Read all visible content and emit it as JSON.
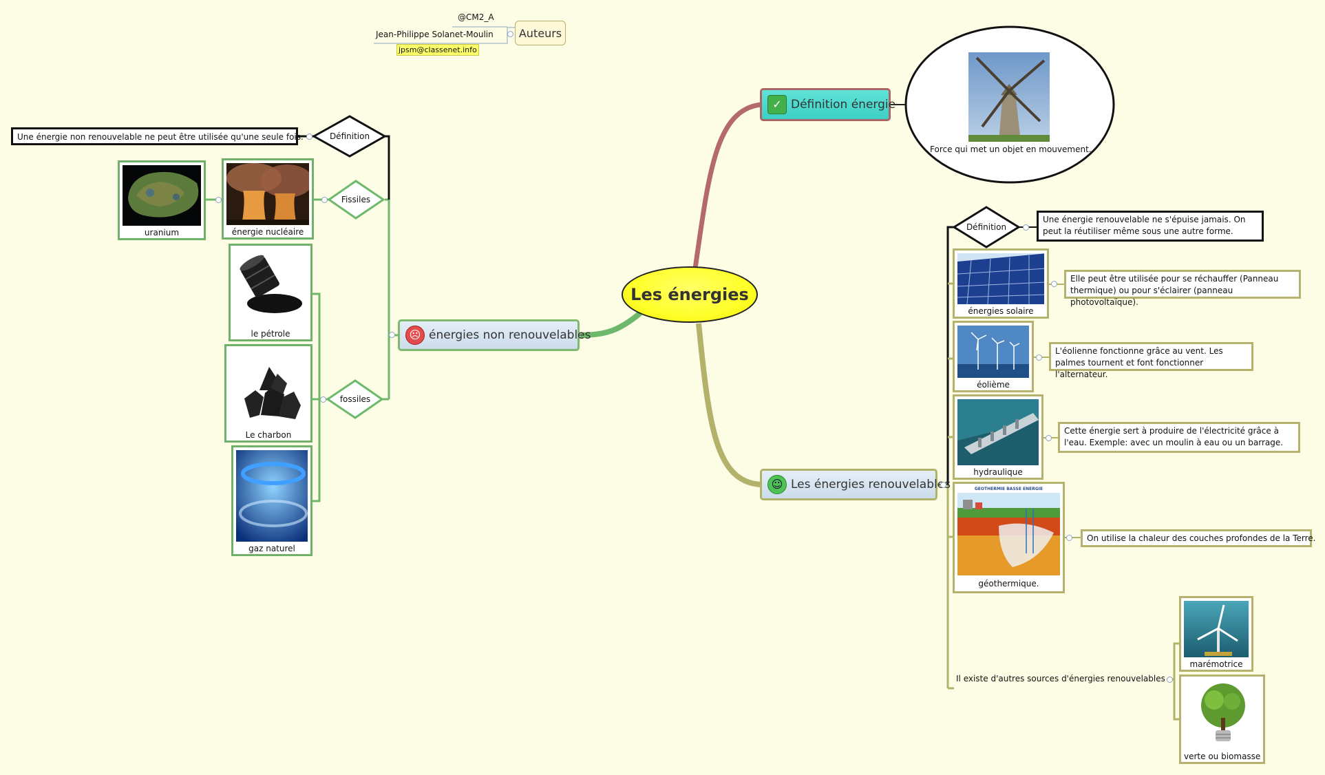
{
  "central": {
    "title": "Les énergies"
  },
  "authors": {
    "handle": "@CM2_A",
    "name": "Jean-Philippe Solanet-Moulin",
    "email": "jpsm@classenet.info",
    "label": "Auteurs"
  },
  "definition_branch": {
    "label": "Définition énergie",
    "icon": "check-icon",
    "image_caption": "Force qui met un objet en mouvement."
  },
  "non_renewable": {
    "label": "énergies non renouvelables",
    "icon": "angry-face-icon",
    "definition_label": "Définition",
    "definition_text": "Une énergie non renouvelable ne peut être utilisée qu'une seule fois.",
    "fissile_label": "Fissiles",
    "fossil_label": "fossiles",
    "fissile_items": [
      "énergie nucléaire",
      "uranium"
    ],
    "fossil_items": [
      "le pétrole",
      "Le charbon",
      "gaz naturel"
    ]
  },
  "renewable": {
    "label": "Les énergies renouvelables",
    "icon": "smile-face-icon",
    "definition_label": "Définition",
    "definition_text": "Une énergie renouvelable ne s'épuise jamais. On peut la réutiliser même sous une autre forme.",
    "items": [
      {
        "caption": "énergies solaire",
        "note": "Elle peut être utilisée pour se réchauffer (Panneau thermique) ou pour s'éclairer (panneau photovoltaïque)."
      },
      {
        "caption": "éolième",
        "note": "L'éolienne fonctionne grâce au vent. Les palmes tournent et font fonctionner l'alternateur."
      },
      {
        "caption": "hydraulique",
        "note": "Cette énergie sert à produire de l'électricité grâce à l'eau. Exemple: avec un moulin à eau ou un barrage."
      },
      {
        "caption": "géothermique.",
        "note": "On utilise la chaleur des couches profondes de la Terre.",
        "diagram_title": "GÉOTHERMIE BASSE ÉNERGIE"
      }
    ],
    "others_label": "Il existe d'autres sources d'énergies renouvelables",
    "others": [
      "marémotrice",
      "verte ou biomasse"
    ]
  },
  "colors": {
    "background": "#fdfde6",
    "central_fill": "#ffff2a",
    "definition_branch": "#b56a6a",
    "non_renewable_branch": "#6db86a",
    "renewable_branch": "#b3b26a"
  }
}
